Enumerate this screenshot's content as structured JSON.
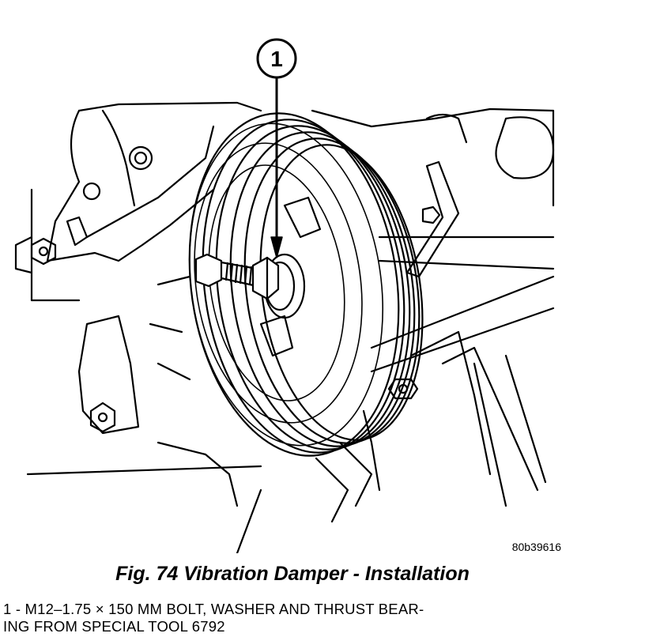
{
  "figure": {
    "callout_number": "1",
    "image_id": "80b39616",
    "caption": "Fig. 74 Vibration Damper - Installation",
    "legend_line_1": "1 - M12–1.75 × 150 MM BOLT, WASHER AND THRUST BEAR-",
    "legend_line_2": "ING FROM SPECIAL TOOL 6792"
  }
}
